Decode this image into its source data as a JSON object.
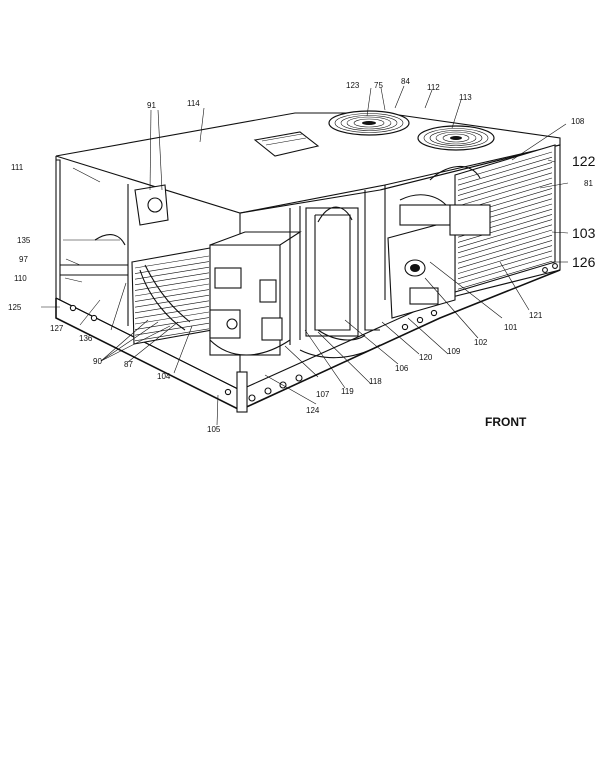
{
  "diagram": {
    "front_label": "FRONT",
    "part_labels": {
      "l123": "123",
      "l75": "75",
      "l84": "84",
      "l112": "112",
      "l113": "113",
      "l114": "114",
      "l91": "91",
      "l108": "108",
      "l122": "122",
      "l81": "81",
      "l111": "111",
      "l103": "103",
      "l126": "126",
      "l135": "135",
      "l97": "97",
      "l110": "110",
      "l125": "125",
      "l127": "127",
      "l136": "136",
      "l90": "90",
      "l87": "87",
      "l104": "104",
      "l105": "105",
      "l124": "124",
      "l107": "107",
      "l119": "119",
      "l118": "118",
      "l106": "106",
      "l120": "120",
      "l109": "109",
      "l102": "102",
      "l101": "101",
      "l121": "121"
    }
  }
}
